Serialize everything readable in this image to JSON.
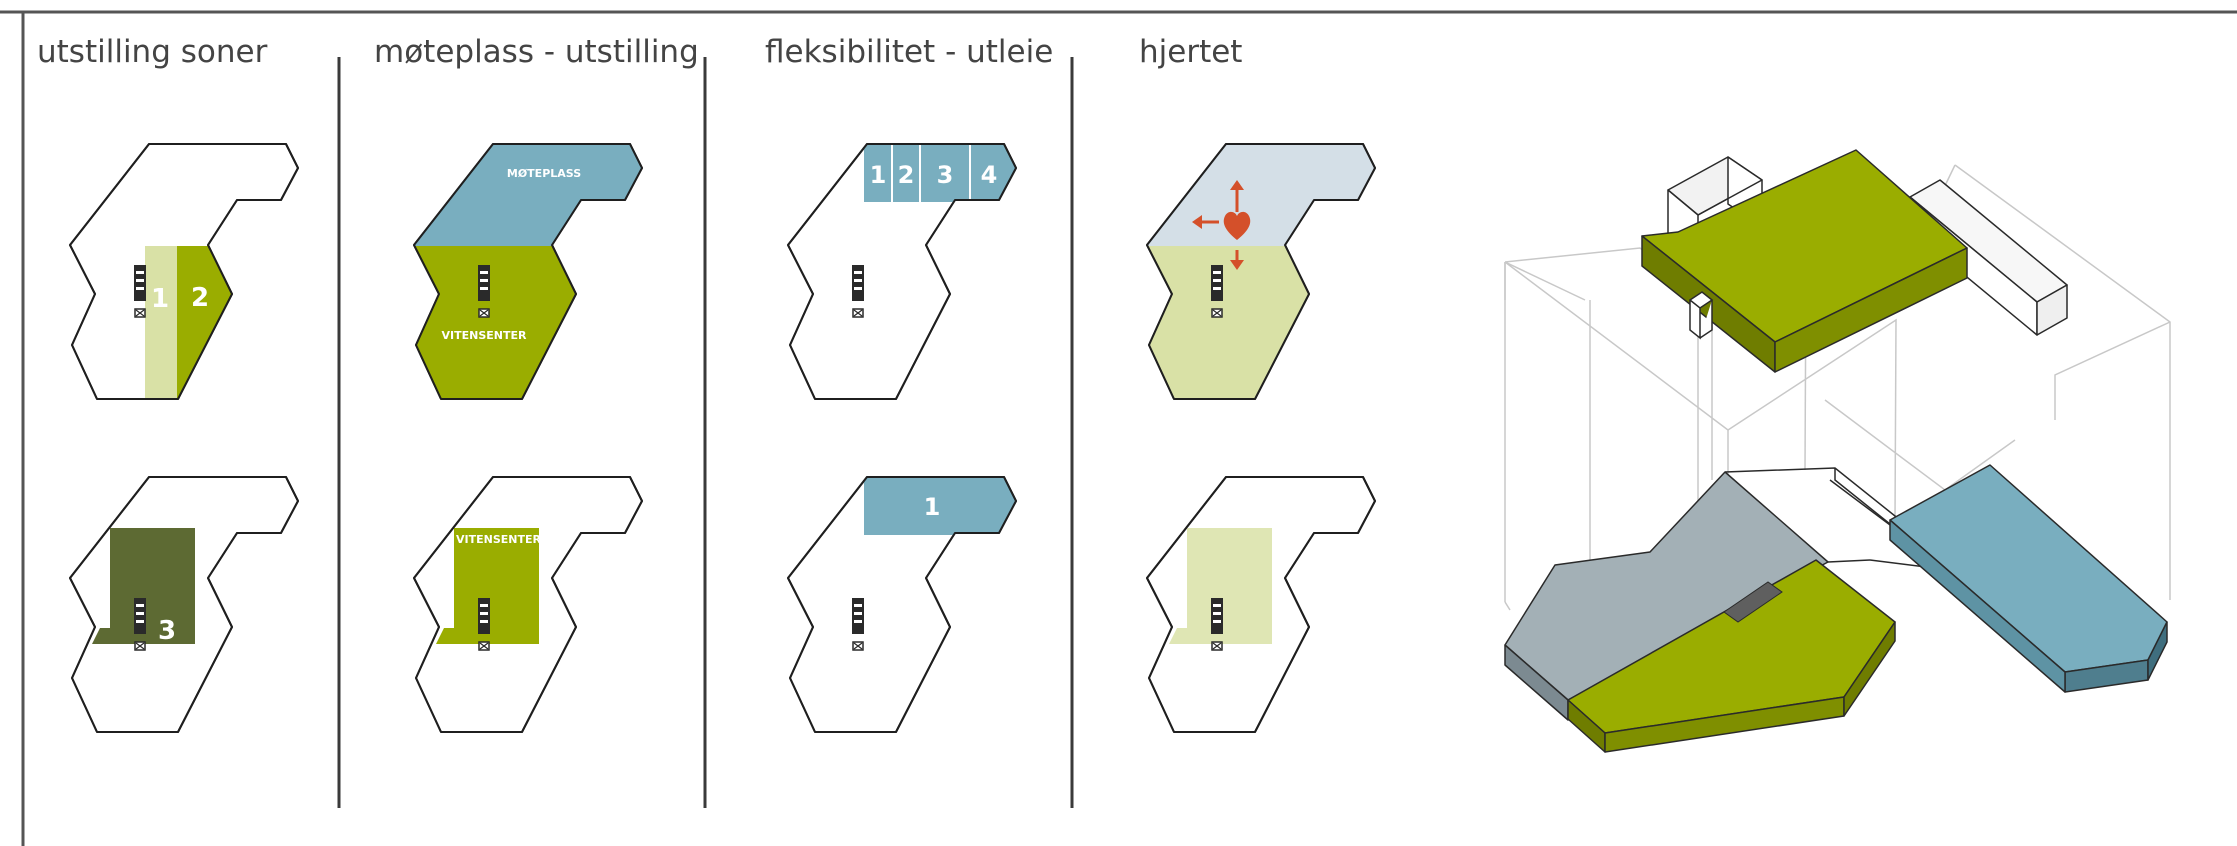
{
  "headings": {
    "col1": "utstilling soner",
    "col2": "møteplass - utstilling",
    "col3": "fleksibilitet - utleie",
    "col4": "hjertet"
  },
  "col1": {
    "top_zone_1": "1",
    "top_zone_2": "2",
    "bottom_zone_3": "3"
  },
  "col2": {
    "top_label_upper": "MØTEPLASS",
    "top_label_lower": "VITENSENTER",
    "bottom_label": "VITENSENTER"
  },
  "col3": {
    "top_rooms": [
      "1",
      "2",
      "3",
      "4"
    ],
    "bottom_room": "1"
  },
  "colors": {
    "olive_green": "#9aad00",
    "light_green": "#d9e1a6",
    "pale_green": "#dfe6b4",
    "dark_olive": "#5d6a33",
    "teal_blue": "#79aebf",
    "pale_blue": "#d4dfe7",
    "grey": "#a3b0b6",
    "arrow_orange": "#d4502a",
    "divider": "#3a3a3a"
  },
  "icons": {
    "elevator": "elevator-stair-icon",
    "arrows": "direction-arrows-icon",
    "heart": "heart-icon"
  }
}
